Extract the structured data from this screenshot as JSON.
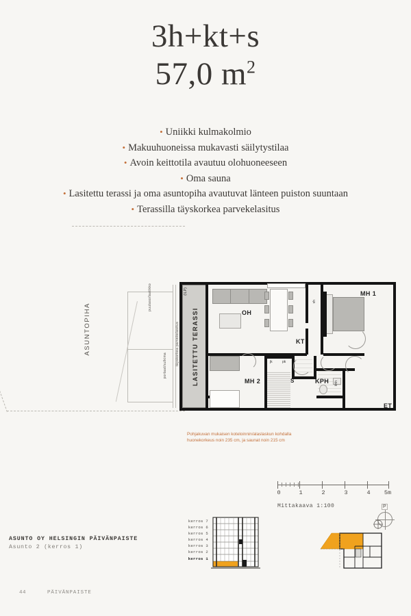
{
  "header": {
    "apartment_type": "3h+kt+s",
    "area_number": "57,0 m",
    "area_exponent": "2"
  },
  "features": [
    "Uniikki kulmakolmio",
    "Makuuhuoneissa mukavasti säilytystilaa",
    "Avoin keittotila avautuu olohuoneeseen",
    "Oma sauna",
    "Lasitettu terassi ja oma asuntopiha avautuvat länteen puiston suuntaan",
    "Terassilla täyskorkea parvekelasitus"
  ],
  "bullet_color": "#c4713c",
  "floorplan": {
    "yard_label": "ASUNTOPIHA",
    "terrace_label": "LASITETTU TERASSI",
    "ilp_label": "(ILP)",
    "micro_labels": {
      "puutaso": "puutaso/laatikko",
      "portaat": "portaat/sulkima",
      "parvekelasitus": "täyskorkea parvekelasitus"
    },
    "rooms": {
      "oh": "OH",
      "kt": "KT",
      "mh1": "MH 1",
      "mh2": "MH 2",
      "kph": "KPH",
      "et": "ET",
      "s": "S",
      "jk": "jk",
      "pk": "pk",
      "vh": "vh",
      "khh": "khh"
    },
    "caption_line1": "Pohjakuvan mukaisen koteloinnin/alaslaskun kohdalla",
    "caption_line2": "huonekorkeus noin 235 cm, ja saunat noin 215 cm",
    "caption_color": "#c4713c"
  },
  "scale": {
    "ticks": [
      "0",
      "1",
      "2",
      "3",
      "4",
      "5m"
    ],
    "label": "Mittakaava 1:100"
  },
  "compass": {
    "north_letter": "P"
  },
  "project": {
    "name": "ASUNTO OY HELSINGIN PÄIVÄNPAISTE",
    "subtitle": "Asunto 2 (kerros 1)"
  },
  "floors": [
    {
      "label": "kerros 7",
      "active": false
    },
    {
      "label": "kerros 6",
      "active": false
    },
    {
      "label": "kerros 5",
      "active": false
    },
    {
      "label": "kerros 4",
      "active": false
    },
    {
      "label": "kerros 3",
      "active": false
    },
    {
      "label": "kerros 2",
      "active": false
    },
    {
      "label": "kerros 1",
      "active": true
    }
  ],
  "highlight_color": "#f0a21e",
  "footer": {
    "page_number": "44",
    "brand": "PÄIVÄNPAISTE"
  }
}
